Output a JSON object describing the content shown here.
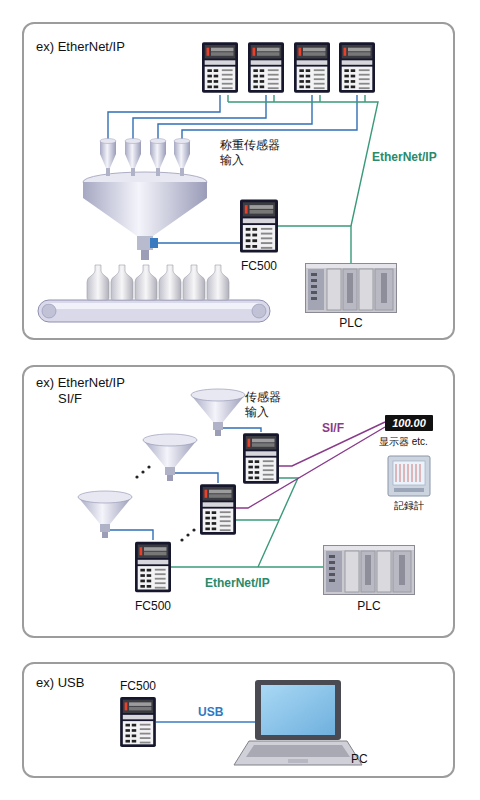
{
  "diagram": {
    "nodes": [
      {
        "text": [
          "ex) EtherNet/IP"
        ]
      },
      {
        "text": [
          "FC500"
        ],
        "in": 0
      },
      {
        "text": [
          "PLC"
        ],
        "in": 0
      },
      {
        "text": [
          "ex) EtherNet/IP SI/F"
        ]
      },
      {
        "text": [
          "FC500"
        ],
        "in": 3
      },
      {
        "text": [
          "100.00",
          "显示器 etc."
        ],
        "in": 3
      },
      {
        "text": [
          "記録計"
        ],
        "in": 3
      },
      {
        "text": [
          "PLC"
        ],
        "in": 3
      },
      {
        "text": [
          "ex) USB"
        ]
      },
      {
        "text": [
          "FC500"
        ],
        "in": 8
      },
      {
        "text": [
          "PC"
        ],
        "in": 8
      }
    ],
    "edges": [
      {
        "from": 1,
        "to": 2,
        "arrow": "none",
        "label": "EtherNet/IP"
      },
      {
        "from": 4,
        "to": 7,
        "arrow": "none",
        "label": "EtherNet/IP"
      },
      {
        "from": 9,
        "to": 10,
        "arrow": "none",
        "label": "USB"
      }
    ],
    "labels": [
      "称重传感器 输入",
      "传感器 输入",
      "SI/F"
    ]
  }
}
